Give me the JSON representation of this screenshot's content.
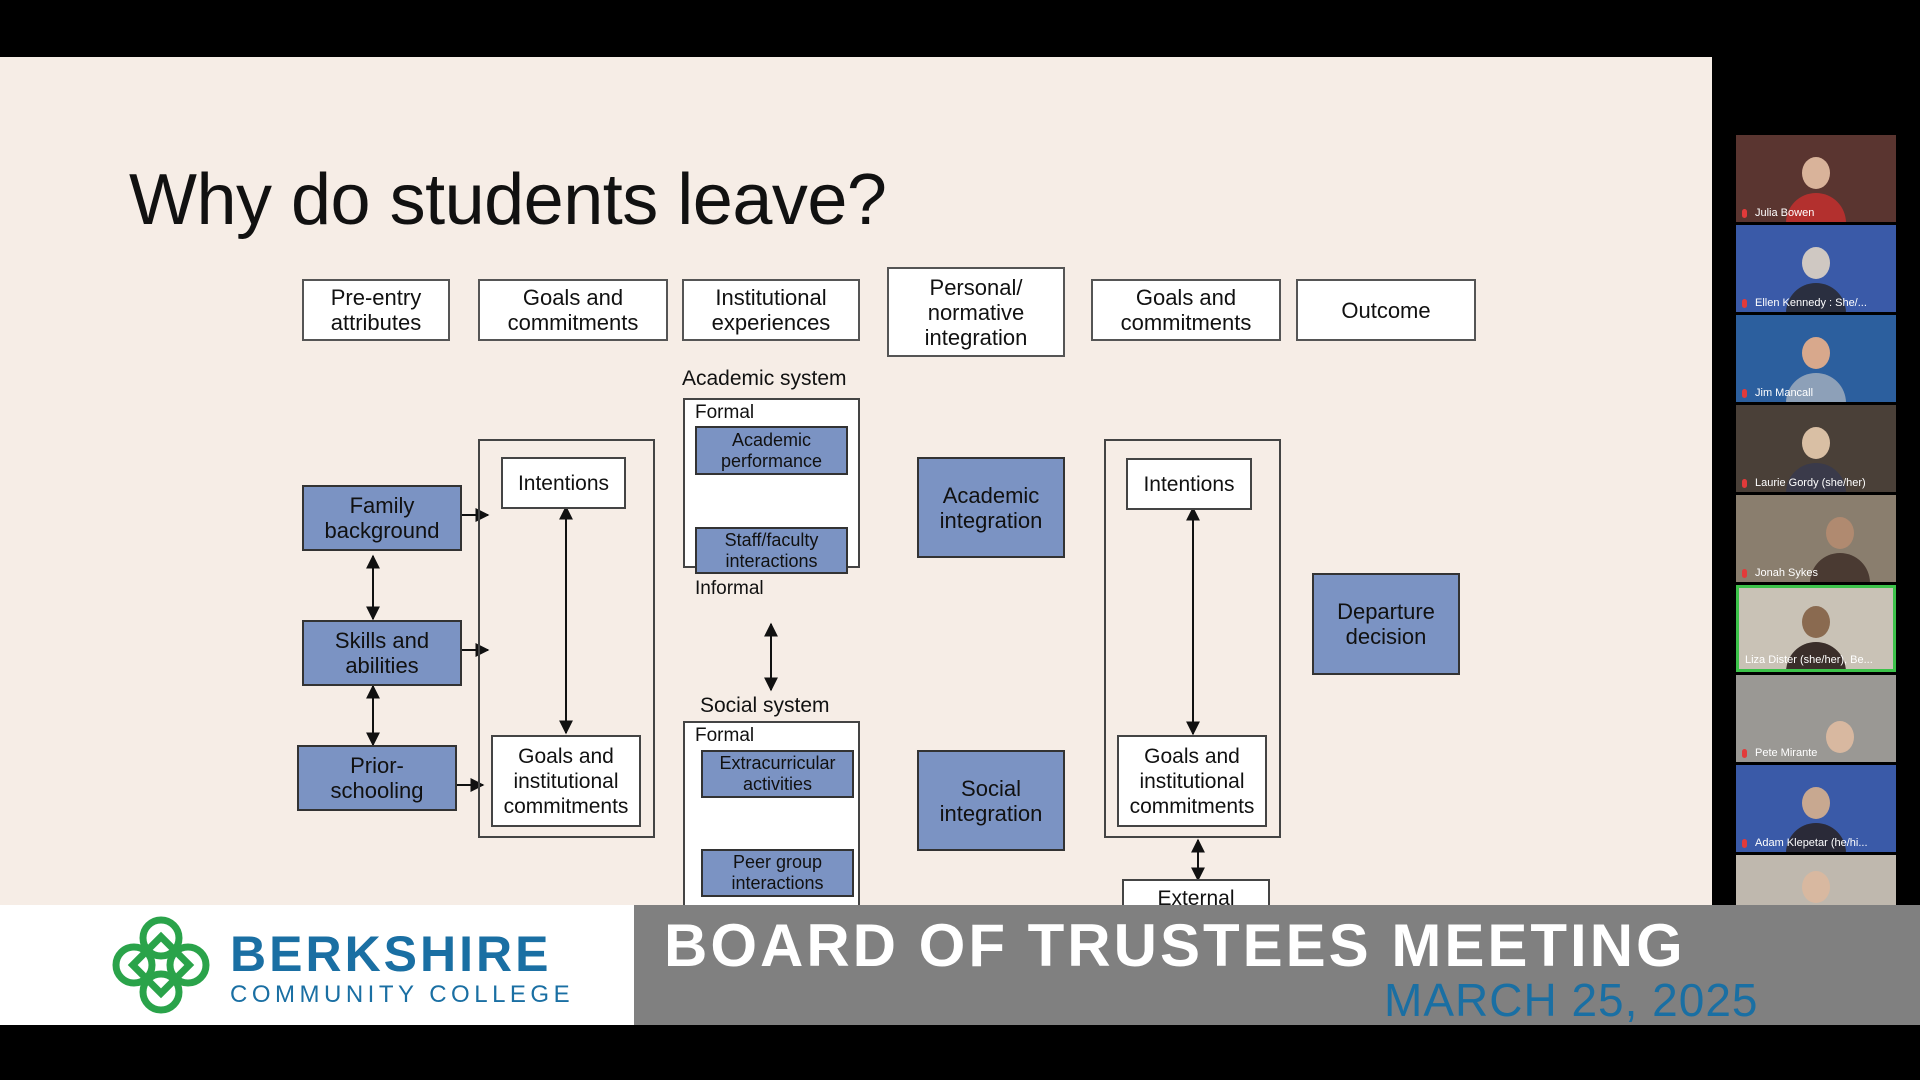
{
  "slide": {
    "title": "Why do students leave?",
    "columns": [
      {
        "l1": "Pre-entry",
        "l2": "attributes",
        "l3": ""
      },
      {
        "l1": "Goals and",
        "l2": "commitments",
        "l3": ""
      },
      {
        "l1": "Institutional",
        "l2": "experiences",
        "l3": ""
      },
      {
        "l1": "Personal/",
        "l2": "normative",
        "l3": "integration"
      },
      {
        "l1": "Goals and",
        "l2": "commitments",
        "l3": ""
      },
      {
        "l1": "Outcome",
        "l2": "",
        "l3": ""
      }
    ],
    "pre_entry": [
      {
        "l1": "Family",
        "l2": "background"
      },
      {
        "l1": "Skills and",
        "l2": "abilities"
      },
      {
        "l1": "Prior-",
        "l2": "schooling"
      }
    ],
    "goals_left": {
      "intentions": "Intentions",
      "gi": {
        "l1": "Goals and",
        "l2": "institutional",
        "l3": "commitments"
      }
    },
    "academic_system": {
      "label": "Academic system",
      "formal": "Formal",
      "informal": "Informal",
      "performance": {
        "l1": "Academic",
        "l2": "performance"
      },
      "staff": {
        "l1": "Staff/faculty",
        "l2": "interactions"
      }
    },
    "social_system": {
      "label": "Social system",
      "formal": "Formal",
      "extracurricular": {
        "l1": "Extracurricular",
        "l2": "activities"
      },
      "peer": {
        "l1": "Peer group",
        "l2": "interactions"
      }
    },
    "integration": {
      "academic": {
        "l1": "Academic",
        "l2": "integration"
      },
      "social": {
        "l1": "Social",
        "l2": "integration"
      }
    },
    "goals_right": {
      "intentions": "Intentions",
      "gi": {
        "l1": "Goals and",
        "l2": "institutional",
        "l3": "commitments"
      },
      "external": "External"
    },
    "outcome": {
      "l1": "Departure",
      "l2": "decision"
    }
  },
  "participants": [
    {
      "name": "Julia Bowen",
      "active": false
    },
    {
      "name": "Ellen Kennedy : She/...",
      "active": false
    },
    {
      "name": "Jim Mancall",
      "active": false
    },
    {
      "name": "Laurie Gordy (she/her)",
      "active": false
    },
    {
      "name": "Jonah Sykes",
      "active": false
    },
    {
      "name": "Liza Dister (she/her), Be...",
      "active": true
    },
    {
      "name": "Pete Mirante",
      "active": false
    },
    {
      "name": "Adam Klepetar (he/hi...",
      "active": false
    }
  ],
  "banner": {
    "brand_name": "BERKSHIRE",
    "brand_sub": "COMMUNITY COLLEGE",
    "meeting_title": "BOARD OF TRUSTEES MEETING",
    "meeting_date": "MARCH 25, 2025"
  },
  "colors": {
    "slide_bg": "#f6ede6",
    "box_blue": "#7b93c3",
    "brand_green": "#2aa34a",
    "brand_blue": "#1a6fa3",
    "banner_gray": "#808080",
    "active_speaker": "#3cc24a"
  }
}
